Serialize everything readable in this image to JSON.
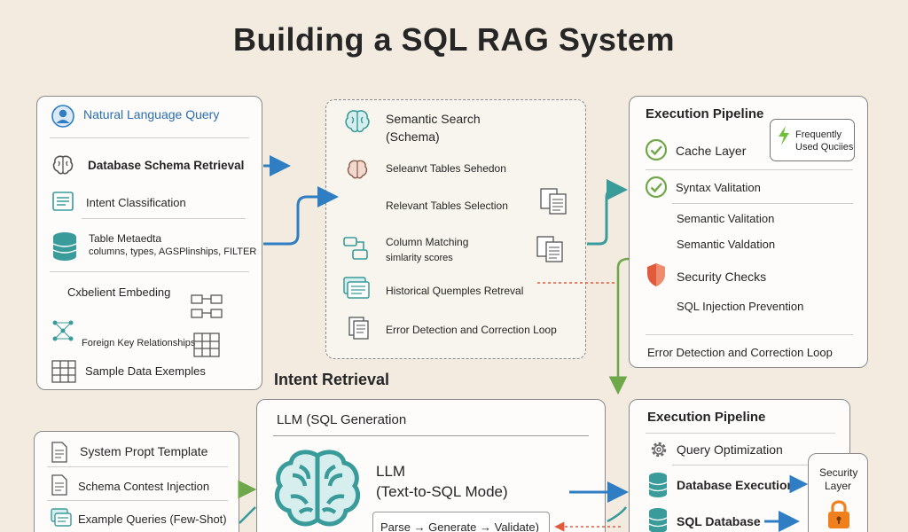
{
  "title": "Building a SQL RAG System",
  "colors": {
    "background": "#f3ebe0",
    "teal": "#3a9b9b",
    "blue": "#2f7ec4",
    "green": "#6fa84a",
    "red": "#e15a3c"
  },
  "left_panel": {
    "natural_language_query": "Natural Language Query",
    "schema_retrieval": "Database Schema Retrieval",
    "intent_classification": "Intent Classification",
    "table_metadata": "Table Metaedta",
    "table_metadata_sub": "columns, types, AGSPlinships, FILTER",
    "embedding": "Cxbelient Embeding",
    "foreign_keys": "Foreign Key Relationships",
    "sample_data": "Sample Data Exemples"
  },
  "middle_panel": {
    "semantic_search_1": "Semantic Search",
    "semantic_search_2": "(Schema)",
    "sel_tables_garbled": "Seleanvt Tables Sehedon",
    "relevant_tables": "Relevant Tables Selection",
    "column_matching": "Column Matching",
    "similarity_scores": "simlarity scores",
    "historical": "Historical Quemples Retreval",
    "error_detection": "Error Detection and Correction Loop"
  },
  "exec_panel_top": {
    "title": "Execution Pipeline",
    "cache": "Cache Layer",
    "frequent_1": "Frequently",
    "frequent_2": "Used Quciies",
    "syntax": "Syntax Valitation",
    "semantic_1": "Semantic Valitation",
    "semantic_2": "Semantic Valdation",
    "security": "Security Checks",
    "sql_injection": "SQL Injection Prevention",
    "error_loop": "Error Detection and Correction Loop"
  },
  "intent_retrieval": "Intent Retrieval",
  "bottom_left": {
    "system_prompt": "System Propt Template",
    "schema_context": "Schema Contest Injection",
    "example_queries": "Example Queries (Few-Shot)"
  },
  "llm_panel": {
    "title": "LLM (SQL Generation",
    "llm": "LLM",
    "mode": "(Text-to-SQL Mode)",
    "steps": "Parse → Generate → Validate)"
  },
  "exec_panel_bottom": {
    "title": "Execution Pipeline",
    "optimization": "Query Optimization",
    "db_execution": "Database Execution",
    "sql_database": "SQL Database"
  },
  "security_layer": {
    "line1": "Security",
    "line2": "Layer"
  }
}
